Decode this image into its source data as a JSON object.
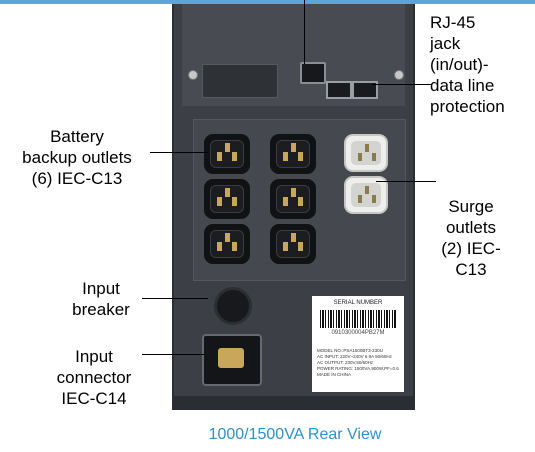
{
  "labels": {
    "rj45": [
      "RJ-45",
      "jack",
      "(in/out)-",
      "data line",
      "protection"
    ],
    "battery": [
      "Battery",
      "backup outlets",
      "(6) IEC-C13"
    ],
    "surge": [
      "Surge",
      "outlets",
      "(2) IEC-",
      "C13"
    ],
    "breaker": [
      "Input",
      "breaker"
    ],
    "connector": [
      "Input",
      "connector",
      "IEC-C14"
    ]
  },
  "product_label": {
    "header": "SERIAL NUMBER",
    "serial": "0910300004PB27M",
    "spec_lines": [
      "MODEL NO.:PSA1500BT3-230U",
      "AC INPUT: 220V~240V 6.9A 50/60Hz",
      "AC OUTPUT: 230V,50/60Hz",
      "POWER RATING: 1500VA,900W,PF=0.6",
      "MADE IN CHINA"
    ]
  },
  "caption": "1000/1500VA Rear View",
  "colors": {
    "caption": "#2f8fc8",
    "chassis": "#3c4046",
    "surge_outlet": "#eeeeec",
    "top_bar": "#5aa6dc"
  }
}
